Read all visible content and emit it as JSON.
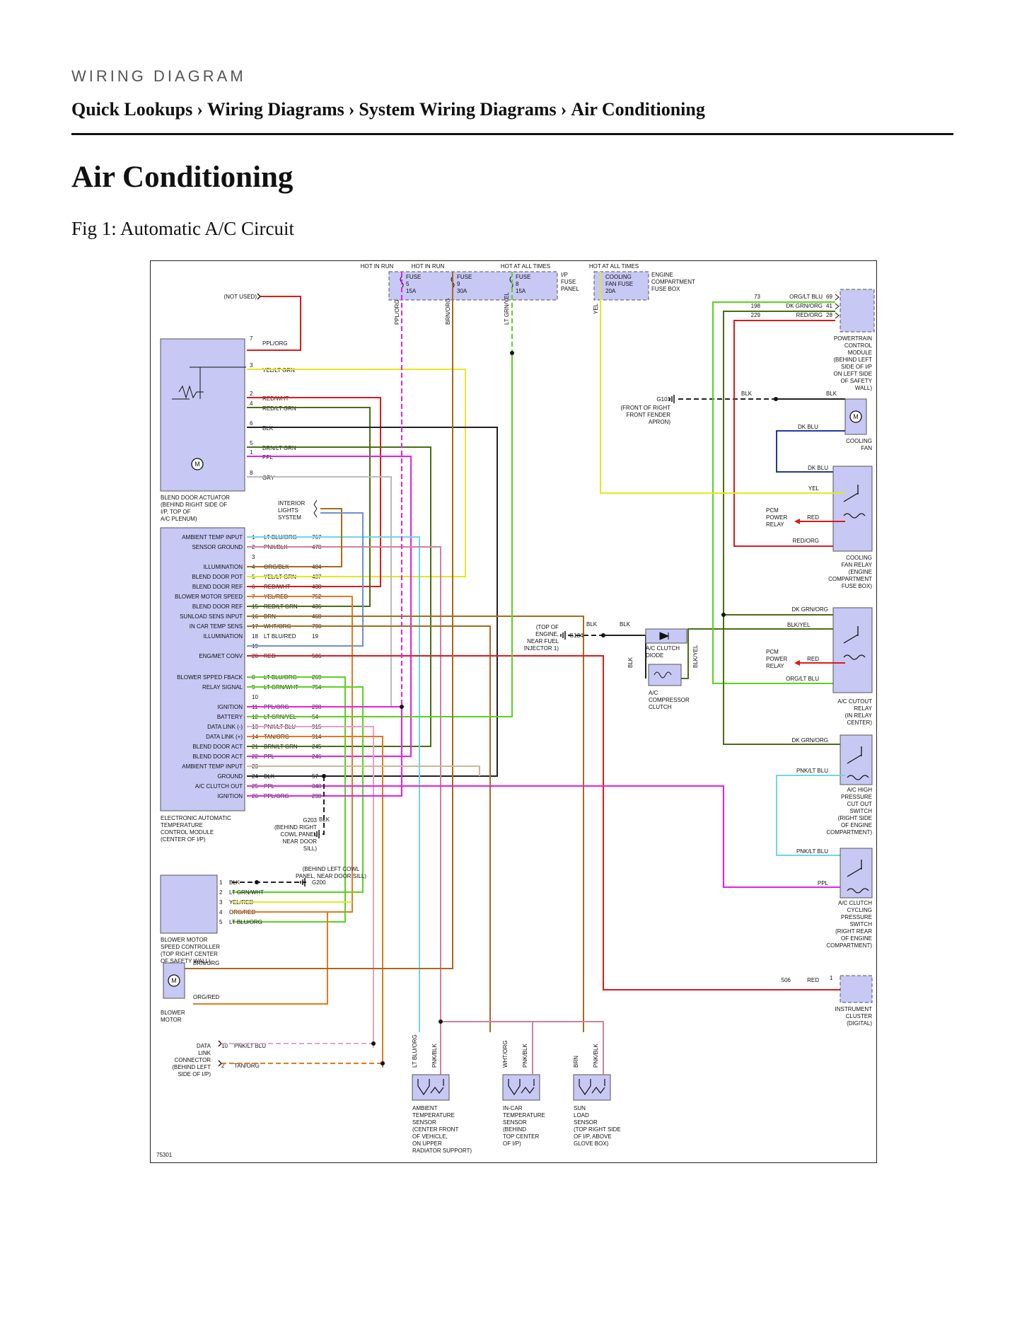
{
  "header": {
    "kicker": "WIRING DIAGRAM",
    "breadcrumb": [
      "Quick Lookups",
      "Wiring Diagrams",
      "System Wiring Diagrams",
      "Air Conditioning"
    ],
    "separator": "›"
  },
  "page_title": "Air Conditioning",
  "figure_caption": "Fig 1: Automatic A/C Circuit",
  "colors": {
    "component_fill": "#c8c8f5",
    "wire_ppl": "#e61ee6",
    "wire_yel": "#e6e61e",
    "wire_red": "#e01818",
    "wire_grn": "#5ad21e",
    "wire_blu": "#1e64e6",
    "wire_brn": "#a86a1e",
    "wire_org": "#e6781e",
    "wire_dkgrn": "#4a6e10",
    "wire_blk": "#222222"
  },
  "diagram": {
    "number": "75301",
    "fuse_panel": {
      "hot_labels": [
        "HOT IN RUN",
        "HOT IN RUN",
        "HOT AT ALL TIMES",
        "HOT AT ALL TIMES"
      ],
      "fuses": [
        {
          "name": "FUSE",
          "num": "5",
          "amp": "15A"
        },
        {
          "name": "FUSE",
          "num": "9",
          "amp": "30A"
        },
        {
          "name": "FUSE",
          "num": "8",
          "amp": "15A"
        }
      ],
      "ip_label": [
        "I/P",
        "FUSE",
        "PANEL"
      ],
      "cooling_fuse": [
        "COOLING",
        "FAN FUSE",
        "20A"
      ],
      "engine_box_label": [
        "ENGINE",
        "COMPARTMENT",
        "FUSE BOX"
      ],
      "wire_labels": [
        "PPL/ORG",
        "BRN/ORG",
        "LT GRN/YEL",
        "YEL"
      ]
    },
    "blend_actuator": {
      "not_used": "(NOT USED)",
      "pins": [
        {
          "pin": "7",
          "wire": "PPL/ORG"
        },
        {
          "pin": "3",
          "wire": "YEL/LT GRN"
        },
        {
          "pin": "2",
          "wire": "RED/WHT"
        },
        {
          "pin": "4",
          "wire": "RED/LT GRN"
        },
        {
          "pin": "6",
          "wire": "BLK"
        },
        {
          "pin": "5",
          "wire": "BRN/LT GRN"
        },
        {
          "pin": "1",
          "wire": "PPL"
        },
        {
          "pin": "8",
          "wire": "GRY"
        }
      ],
      "label": [
        "BLEND DOOR ACTUATOR",
        "(BEHIND RIGHT SIDE OF",
        "I/P, TOP OF",
        "A/C PLENUM)"
      ]
    },
    "interior_lights": [
      "INTERIOR",
      "LIGHTS",
      "SYSTEM"
    ],
    "eatc": {
      "rows": [
        {
          "fn": "AMBIENT TEMP INPUT",
          "pin": "1",
          "wire": "LT BLU/ORG",
          "circuit": "767"
        },
        {
          "fn": "SENSOR GROUND",
          "pin": "2",
          "wire": "PNK/BLK",
          "circuit": "470"
        },
        {
          "fn": "",
          "pin": "3",
          "wire": "",
          "circuit": ""
        },
        {
          "fn": "ILLUMINATION",
          "pin": "4",
          "wire": "ORG/BLK",
          "circuit": "484"
        },
        {
          "fn": "BLEND DOOR POT",
          "pin": "5",
          "wire": "YEL/LT GRN",
          "circuit": "437"
        },
        {
          "fn": "BLEND DOOR REF",
          "pin": "6",
          "wire": "RED/WHT",
          "circuit": "438"
        },
        {
          "fn": "BLOWER MOTOR SPEED",
          "pin": "7",
          "wire": "YEL/RED",
          "circuit": "752"
        },
        {
          "fn": "BLEND DOOR REF",
          "pin": "15",
          "wire": "RED/LT GRN",
          "circuit": "436"
        },
        {
          "fn": "SUNLOAD SENS INPUT",
          "pin": "16",
          "wire": "BRN",
          "circuit": "468"
        },
        {
          "fn": "IN CAR TEMP SENS",
          "pin": "17",
          "wire": "WHT/ORG",
          "circuit": "790"
        },
        {
          "fn": "ILLUMINATION",
          "pin": "18",
          "wire": "LT BLU/RED",
          "circuit": "19"
        },
        {
          "fn": "",
          "pin": "19",
          "wire": "",
          "circuit": ""
        },
        {
          "fn": "ENG/MET CONV",
          "pin": "20",
          "wire": "RED",
          "circuit": "506"
        },
        {
          "fn": "BLOWER SPPED FBACK",
          "pin": "8",
          "wire": "LT BLU/ORG",
          "circuit": "269"
        },
        {
          "fn": "RELAY SIGNAL",
          "pin": "9",
          "wire": "LT GRN/WHT",
          "circuit": "754"
        },
        {
          "fn": "",
          "pin": "10",
          "wire": "",
          "circuit": ""
        },
        {
          "fn": "IGNITION",
          "pin": "11",
          "wire": "PPL/ORG",
          "circuit": "298"
        },
        {
          "fn": "BATTERY",
          "pin": "12",
          "wire": "LT GRN/YEL",
          "circuit": "54"
        },
        {
          "fn": "DATA LINK (-)",
          "pin": "13",
          "wire": "PNK/LT BLU",
          "circuit": "915"
        },
        {
          "fn": "DATA LINK (+)",
          "pin": "14",
          "wire": "TAN/ORG",
          "circuit": "914"
        },
        {
          "fn": "BLEND DOOR ACT",
          "pin": "21",
          "wire": "BRN/LT GRN",
          "circuit": "245"
        },
        {
          "fn": "BLEND DOOR ACT",
          "pin": "22",
          "wire": "PPL",
          "circuit": "246"
        },
        {
          "fn": "AMBIENT TEMP INPUT",
          "pin": "23",
          "wire": "",
          "circuit": ""
        },
        {
          "fn": "GROUND",
          "pin": "24",
          "wire": "BLK",
          "circuit": "57"
        },
        {
          "fn": "A/C CLUTCH OUT",
          "pin": "25",
          "wire": "PPL",
          "circuit": "348"
        },
        {
          "fn": "IGNITION",
          "pin": "26",
          "wire": "PPL/ORG",
          "circuit": "298"
        }
      ],
      "label": [
        "ELECTRONIC AUTOMATIC",
        "TEMPERATURE",
        "CONTROL MODULE",
        "(CENTER OF I/P)"
      ]
    },
    "g203": [
      "G203",
      "(BEHIND RIGHT",
      "COWL PANEL",
      "NEAR DOOR",
      "SILL)"
    ],
    "g203_wire": "BLK",
    "g200": {
      "name": "G200",
      "label": [
        "(BEHIND LEFT COWL",
        "PANEL, NEAR DOOR SILL)"
      ]
    },
    "blower_controller": {
      "pins": [
        {
          "pin": "1",
          "wire": "BLK"
        },
        {
          "pin": "2",
          "wire": "LT GRN/WHT"
        },
        {
          "pin": "3",
          "wire": "YEL/RED"
        },
        {
          "pin": "4",
          "wire": "ORG/RED"
        },
        {
          "pin": "5",
          "wire": "LT BLU/ORG"
        }
      ],
      "label": [
        "BLOWER MOTOR",
        "SPEED CONTROLLER",
        "(TOP RIGHT CENTER",
        "OF SAFETY WALL)"
      ]
    },
    "blower_motor": {
      "wires": [
        "BRN/ORG",
        "ORG/RED"
      ],
      "label": [
        "BLOWER",
        "MOTOR"
      ]
    },
    "data_link": {
      "pins": [
        {
          "pin": "10",
          "wire": "PNK/LT BLU"
        },
        {
          "pin": "2",
          "wire": "TAN/ORG"
        }
      ],
      "label": [
        "DATA",
        "LINK",
        "CONNECTOR",
        "(BEHIND LEFT",
        "SIDE OF I/P)"
      ]
    },
    "sensors": [
      {
        "wires": [
          "LT BLU/ORG",
          "PNK/BLK"
        ],
        "label": [
          "AMBIENT",
          "TEMPERATURE",
          "SENSOR",
          "(CENTER FRONT",
          "OF VEHICLE,",
          "ON UPPER",
          "RADIATOR SUPPORT)"
        ]
      },
      {
        "wires": [
          "WHT/ORG",
          "PNK/BLK"
        ],
        "label": [
          "IN-CAR",
          "TEMPERATURE",
          "SENSOR",
          "(BEHIND",
          "TOP CENTER",
          "OF I/P)"
        ]
      },
      {
        "wires": [
          "BRN",
          "PNK/BLK"
        ],
        "label": [
          "SUN",
          "LOAD",
          "SENSOR",
          "(TOP RIGHT SIDE",
          "OF I/P, ABOVE",
          "GLOVE BOX)"
        ]
      }
    ],
    "g134": {
      "name": "G134",
      "label": [
        "(TOP OF",
        "ENGINE,",
        "NEAR FUEL",
        "INJECTOR 1)"
      ],
      "wire": "BLK"
    },
    "ac_clutch": {
      "diode": [
        "A/C CLUTCH",
        "DIODE"
      ],
      "clutch": [
        "A/C",
        "COMPRESSOR",
        "CLUTCH"
      ],
      "wires": [
        "BLK",
        "BLK",
        "BLK/YEL"
      ]
    },
    "g101": {
      "name": "G101",
      "label": [
        "(FRONT OF RIGHT",
        "FRONT FENDER",
        "APRON)"
      ],
      "wires": [
        "BLK",
        "BLK"
      ]
    },
    "pcm": {
      "pins": [
        {
          "circuit": "73",
          "wire": "ORG/LT BLU",
          "pin": "69"
        },
        {
          "circuit": "198",
          "wire": "DK GRN/ORG",
          "pin": "41"
        },
        {
          "circuit": "229",
          "wire": "RED/ORG",
          "pin": "28"
        }
      ],
      "label": [
        "POWERTRAIN",
        "CONTROL",
        "MODULE",
        "(BEHIND LEFT",
        "SIDE OF I/P",
        "ON LEFT SIDE",
        "OF SAFETY",
        "WALL)"
      ]
    },
    "cooling_fan": {
      "wire": "DK BLU",
      "label": [
        "COOLING",
        "FAN"
      ]
    },
    "fan_relay": {
      "wires": [
        "DK BLU",
        "YEL",
        "RED",
        "RED/ORG"
      ],
      "pcm_relay": [
        "PCM",
        "POWER",
        "RELAY"
      ],
      "label": [
        "COOLING",
        "FAN RELAY",
        "(ENGINE",
        "COMPARTMENT",
        "FUSE BOX)"
      ]
    },
    "cutout_relay": {
      "wires": [
        "DK GRN/ORG",
        "BLK/YEL",
        "RED",
        "ORG/LT BLU"
      ],
      "pcm_relay": [
        "PCM",
        "POWER",
        "RELAY"
      ],
      "label": [
        "A/C CUTOUT",
        "RELAY",
        "(IN RELAY",
        "CENTER)"
      ]
    },
    "high_pressure": {
      "wires": [
        "DK GRN/ORG",
        "PNK/LT BLU"
      ],
      "label": [
        "A/C HIGH",
        "PRESSURE",
        "CUT OUT",
        "SWITCH",
        "(RIGHT SIDE",
        "OF ENGINE",
        "COMPARTMENT)"
      ]
    },
    "cycling_switch": {
      "wires": [
        "PNK/LT BLU",
        "PPL"
      ],
      "label": [
        "A/C CLUTCH",
        "CYCLING",
        "PRESSURE",
        "SWITCH",
        "(RIGHT REAR",
        "OF ENGINE",
        "COMPARTMENT)"
      ]
    },
    "cluster": {
      "circuit": "506",
      "wire": "RED",
      "pin": "1",
      "label": [
        "INSTRUMENT",
        "CLUSTER",
        "(DIGITAL)"
      ]
    }
  }
}
